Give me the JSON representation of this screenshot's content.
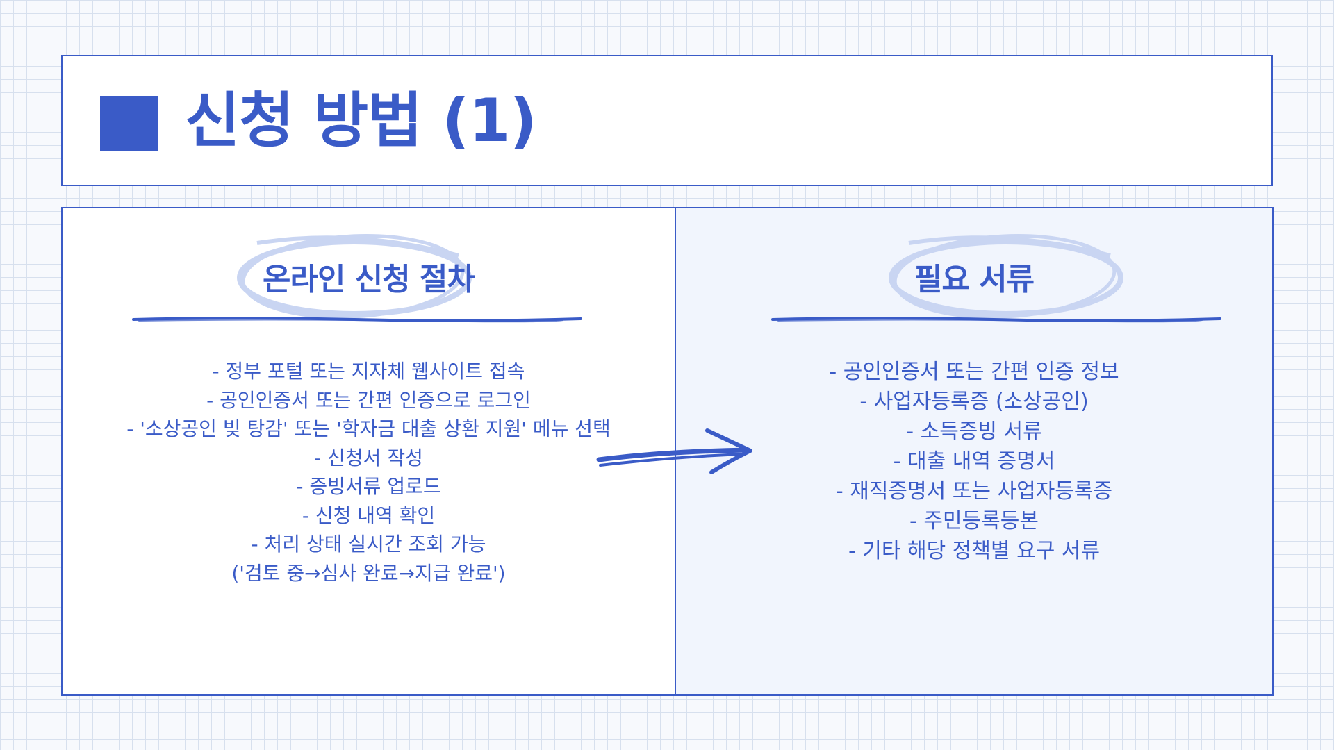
{
  "header": {
    "title": "신청 방법 (1)"
  },
  "left_panel": {
    "heading": "온라인 신청 절차",
    "items": [
      "- 정부 포털 또는 지자체 웹사이트 접속",
      "- 공인인증서 또는 간편 인증으로 로그인",
      "- '소상공인 빚 탕감' 또는 '학자금 대출 상환 지원' 메뉴 선택",
      "- 신청서 작성",
      "- 증빙서류 업로드",
      "- 신청 내역 확인",
      "- 처리 상태 실시간 조회 가능",
      "('검토 중→심사 완료→지급 완료')"
    ]
  },
  "right_panel": {
    "heading": "필요 서류",
    "items": [
      "- 공인인증서 또는 간편 인증 정보",
      "- 사업자등록증 (소상공인)",
      "- 소득증빙 서류",
      "- 대출 내역 증명서",
      "- 재직증명서 또는 사업자등록증",
      "- 주민등록등본",
      "- 기타 해당 정책별 요구 서류"
    ]
  },
  "colors": {
    "accent": "#3a5bc7",
    "scribble": "#c9d5f2",
    "panel_right_bg": "#f1f5fd",
    "grid_bg": "#f7f9fd"
  },
  "icons": {
    "title_marker": "square-marker-icon",
    "arrow": "hand-drawn-arrow-icon"
  }
}
